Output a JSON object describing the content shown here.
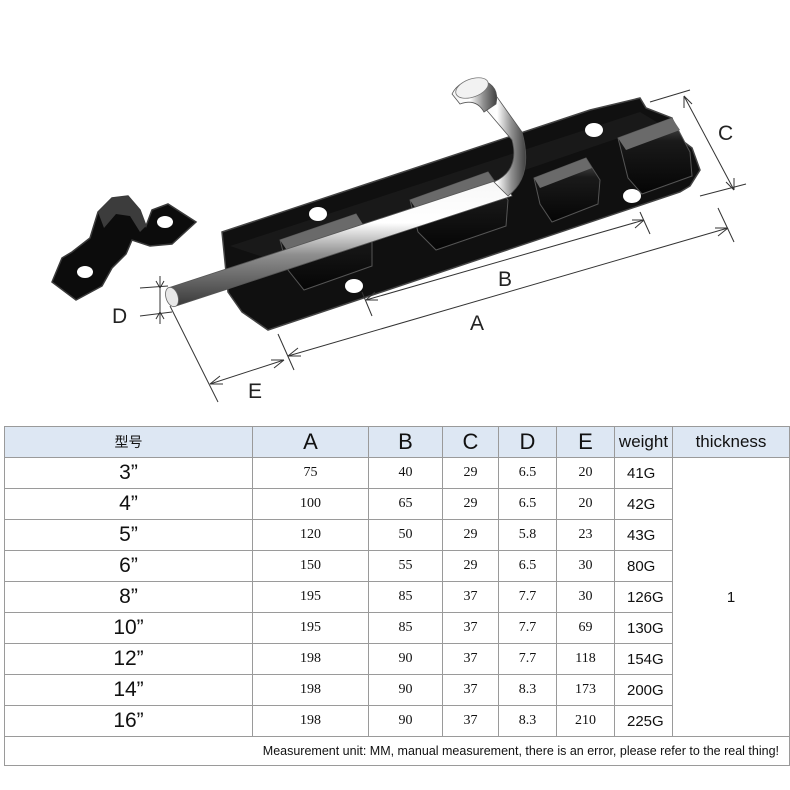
{
  "diagram": {
    "labels": {
      "a": "A",
      "b": "B",
      "c": "C",
      "d": "D",
      "e": "E"
    }
  },
  "table": {
    "headers": [
      "型号",
      "A",
      "B",
      "C",
      "D",
      "E",
      "weight",
      "thickness"
    ],
    "rows": [
      [
        "3”",
        "75",
        "40",
        "29",
        "6.5",
        "20",
        "41G"
      ],
      [
        "4”",
        "100",
        "65",
        "29",
        "6.5",
        "20",
        "42G"
      ],
      [
        "5”",
        "120",
        "50",
        "29",
        "5.8",
        "23",
        "43G"
      ],
      [
        "6”",
        "150",
        "55",
        "29",
        "6.5",
        "30",
        "80G"
      ],
      [
        "8”",
        "195",
        "85",
        "37",
        "7.7",
        "30",
        "126G"
      ],
      [
        "10”",
        "195",
        "85",
        "37",
        "7.7",
        "69",
        "130G"
      ],
      [
        "12”",
        "198",
        "90",
        "37",
        "7.7",
        "118",
        "154G"
      ],
      [
        "14”",
        "198",
        "90",
        "37",
        "8.3",
        "173",
        "200G"
      ],
      [
        "16”",
        "198",
        "90",
        "37",
        "8.3",
        "210",
        "225G"
      ]
    ],
    "thickness": "1",
    "footnote": "Measurement unit: MM, manual measurement, there is an error, please refer to the real thing!"
  },
  "colors": {
    "header_bg": "#dde7f3",
    "plate": "#101010",
    "bolt": "#cfcfcf"
  }
}
